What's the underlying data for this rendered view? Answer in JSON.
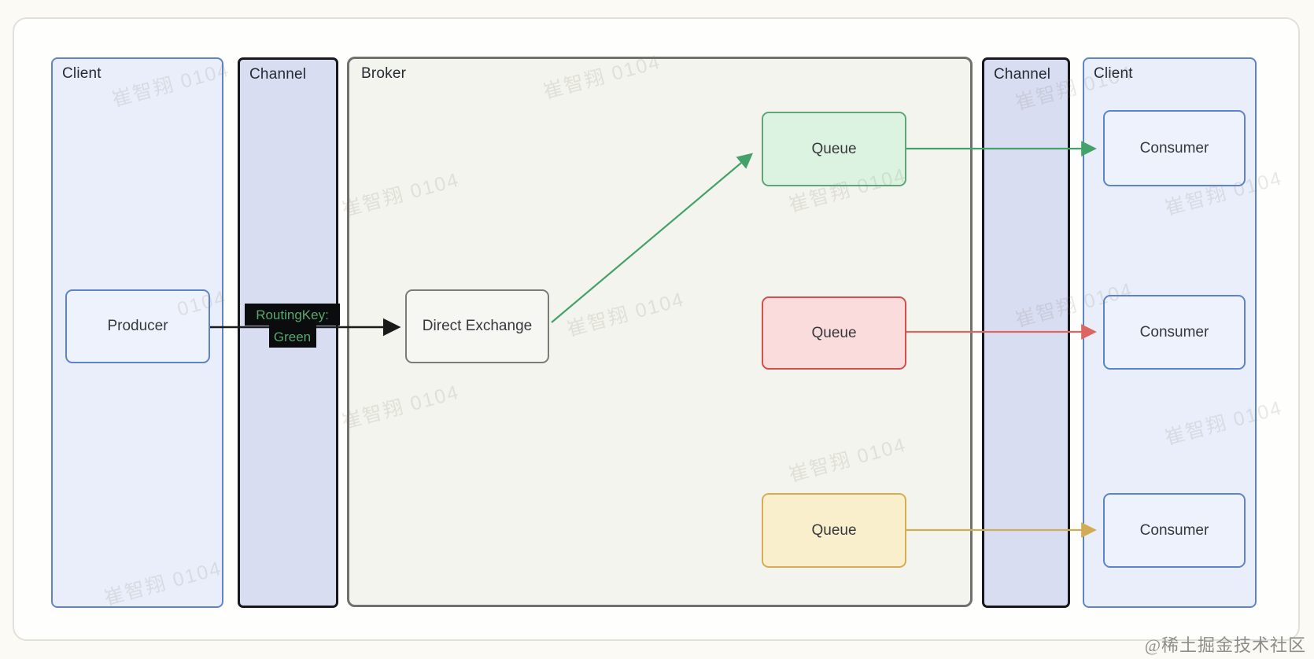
{
  "diagram": {
    "regions": {
      "client_left": {
        "label": "Client"
      },
      "channel_left": {
        "label": "Channel"
      },
      "broker": {
        "label": "Broker"
      },
      "channel_right": {
        "label": "Channel"
      },
      "client_right": {
        "label": "Client"
      }
    },
    "nodes": {
      "producer": {
        "label": "Producer"
      },
      "direct_exchange": {
        "label": "Direct Exchange"
      },
      "queue_green": {
        "label": "Queue",
        "border_color": "#5ea677",
        "fill": "#ddf3e1"
      },
      "queue_red": {
        "label": "Queue",
        "border_color": "#d5504d",
        "fill": "#fbdcdc"
      },
      "queue_yellow": {
        "label": "Queue",
        "border_color": "#d6ad55",
        "fill": "#faefcd"
      },
      "consumer_top": {
        "label": "Consumer"
      },
      "consumer_middle": {
        "label": "Consumer"
      },
      "consumer_bottom": {
        "label": "Consumer"
      }
    },
    "routing_key_label": {
      "line1": "RoutingKey:",
      "line2": "Green"
    },
    "edges": [
      {
        "from": "producer",
        "to": "direct_exchange",
        "color": "#1a1a1a",
        "label": "RoutingKey: Green"
      },
      {
        "from": "direct_exchange",
        "to": "queue_green",
        "color": "#43a169"
      },
      {
        "from": "queue_green",
        "to": "consumer_top",
        "color": "#43a169"
      },
      {
        "from": "queue_red",
        "to": "consumer_middle",
        "color": "#dd6663"
      },
      {
        "from": "queue_yellow",
        "to": "consumer_bottom",
        "color": "#d2ab57"
      }
    ],
    "colors": {
      "client_fill": "#e9eefa",
      "client_border": "#5d84cb",
      "channel_fill": "#d9ddf2",
      "channel_border": "#17181c",
      "broker_fill": "#f3f4ee",
      "broker_border": "#70716c",
      "routing_chip_bg": "#0b0c0d",
      "routing_chip_text": "#57a86e"
    }
  },
  "watermark": {
    "text": "崔智翔 0104",
    "partial_text": "0104"
  },
  "footer": {
    "credit": "@稀土掘金技术社区"
  }
}
